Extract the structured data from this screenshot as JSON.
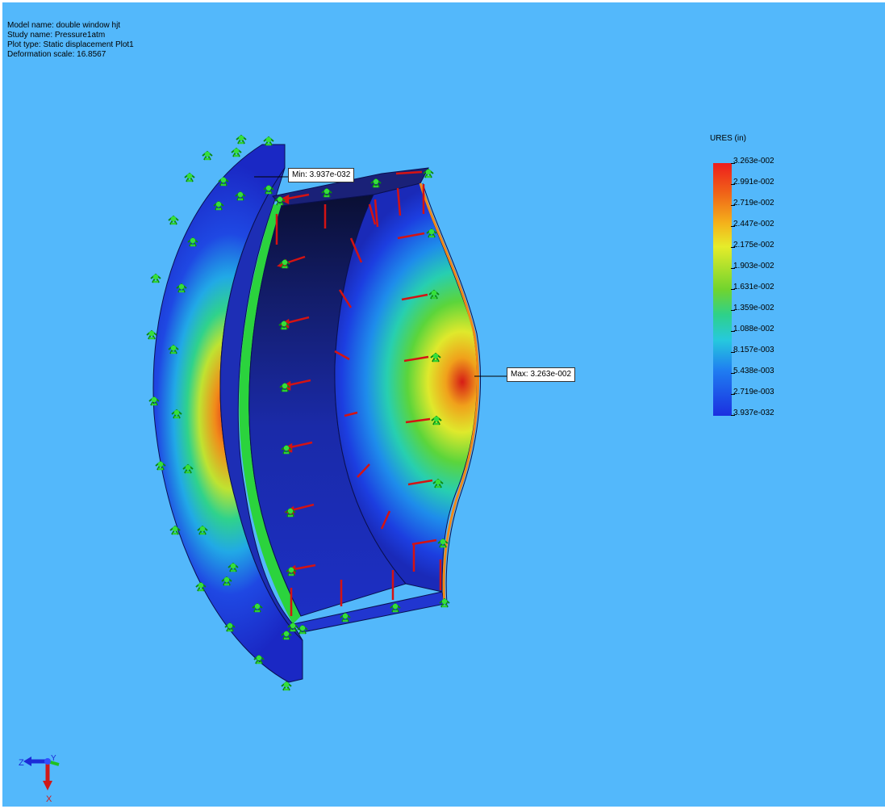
{
  "info": {
    "model_name": "Model name: double window hjt",
    "study_name": "Study name: Pressure1atm",
    "plot_type": "Plot type: Static displacement Plot1",
    "deformation_scale": "Deformation scale: 16.8567"
  },
  "callouts": {
    "min": "Min: 3.937e-032",
    "max": "Max: 3.263e-002"
  },
  "legend": {
    "title": "URES (in)",
    "labels": [
      "3.263e-002",
      "2.991e-002",
      "2.719e-002",
      "2.447e-002",
      "2.175e-002",
      "1.903e-002",
      "1.631e-002",
      "1.359e-002",
      "1.088e-002",
      "8.157e-003",
      "5.438e-003",
      "2.719e-003",
      "3.937e-032"
    ],
    "colors": {
      "max": "#ee1d1d",
      "mid": "#71d42e",
      "min": "#1b2fe0"
    }
  },
  "triad": {
    "x": "X",
    "y": "Y",
    "z": "Z"
  },
  "icons": {
    "fixture": "fixture-arrow-icon",
    "pressure": "pressure-arrow-icon",
    "triad": "axis-triad-icon"
  }
}
